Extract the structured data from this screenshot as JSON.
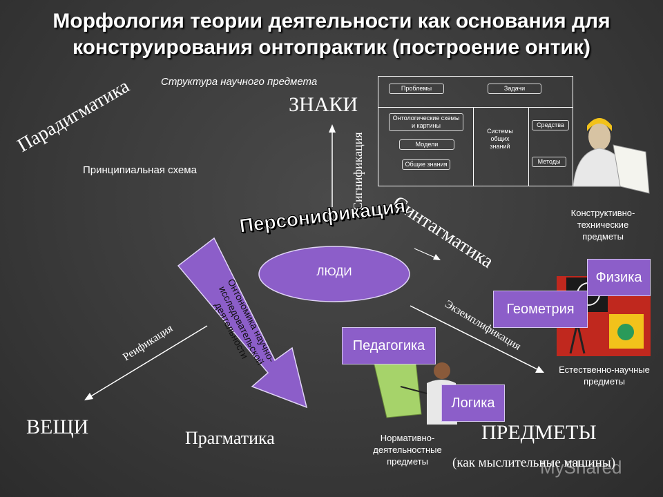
{
  "title": "Морфология теории деятельности как основания для конструирования онтопрактик (построение онтик)",
  "labels": {
    "structure": "Структура научного предмета",
    "znaki": "ЗНАКИ",
    "paradigmatika": "Парадигматика",
    "principial": "Принципиальная схема",
    "signifikaciya": "Сигнификация",
    "sintagmatika": "Синтагматика",
    "personifikaciya": "Персонификация",
    "lyudi": "ЛЮДИ",
    "ontonomika": "Онтономика научно-исследовательской деятельности",
    "reifikaciya": "Реификация",
    "ekzemplifikaciya": "Экземплификация",
    "veshchi": "ВЕЩИ",
    "pragmatika": "Прагматика",
    "predmety": "ПРЕДМЕТЫ",
    "predmety_note": "(как мыслительные машины)"
  },
  "structure_diagram": {
    "problemy": "Проблемы",
    "zadachi": "Задачи",
    "ontologicheskie": "Онтологические схемы и картины",
    "modeli": "Модели",
    "obshchie": "Общие знания",
    "sistemy": "Системы общих знаний",
    "sredstva": "Средства",
    "metody": "Методы"
  },
  "subjects": {
    "fizika": "Физика",
    "geometriya": "Геометрия",
    "pedagogika": "Педагогика",
    "logika": "Логика"
  },
  "captions": {
    "konstruktivno": "Конструктивно-технические предметы",
    "estestvenno": "Естественно-научные предметы",
    "normativno": "Нормативно-деятельностные предметы"
  },
  "watermark": "MyShared"
}
